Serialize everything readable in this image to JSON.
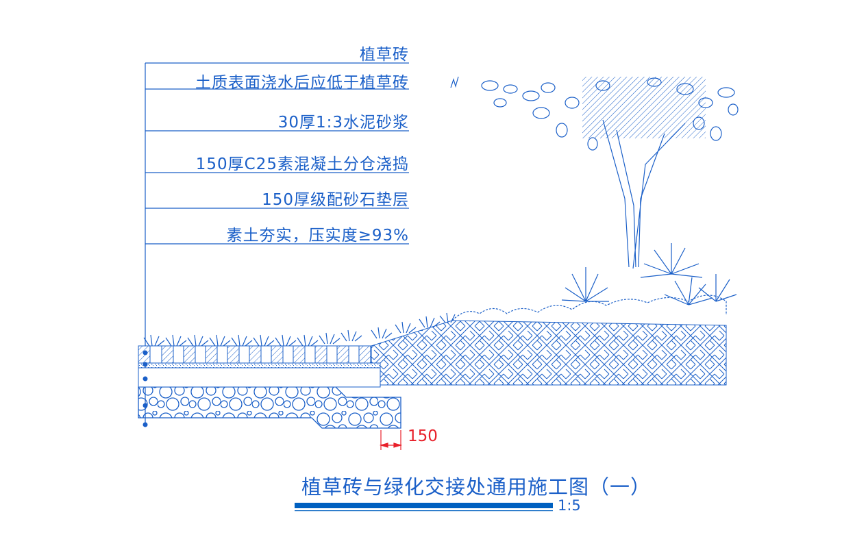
{
  "labels": [
    "植草砖",
    "土质表面浇水后应低于植草砖",
    "30厚1:3水泥砂浆",
    "150厚C25素混凝土分仓浇捣",
    "150厚级配砂石垫层",
    "素土夯实，压实度≥93%"
  ],
  "dimension": "150",
  "title": "植草砖与绿化交接处通用施工图（一）",
  "scale": "1:5",
  "colors": {
    "line": "#1a5fc8",
    "dimension": "#e8202a",
    "titlebar": "#0060c0"
  }
}
